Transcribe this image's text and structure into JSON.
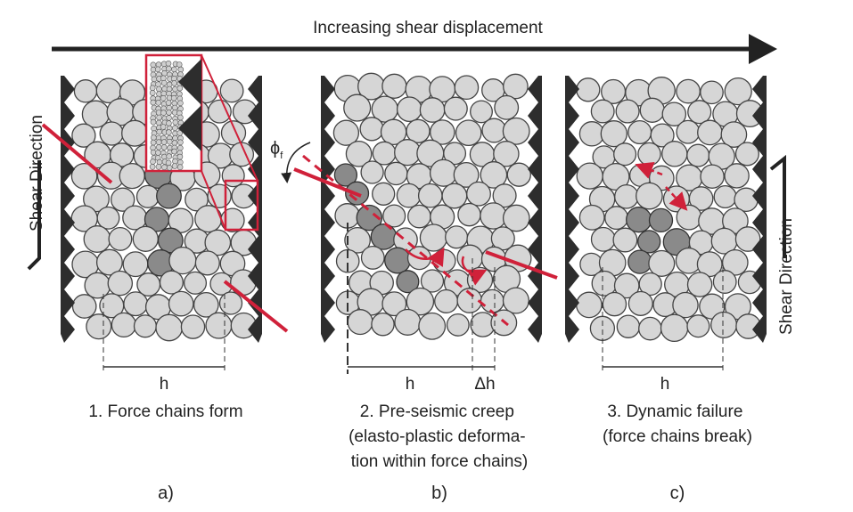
{
  "top_arrow_label": "Increasing shear displacement",
  "shear_direction_label": "Shear Direction",
  "phi_label": "ϕ",
  "phi_subscript": "f",
  "panels": [
    {
      "id": "a",
      "caption": [
        "1. Force chains form"
      ],
      "letter": "a)",
      "h_label": "h"
    },
    {
      "id": "b",
      "caption": [
        "2. Pre-seismic creep",
        "(elasto-plastic deforma-",
        "tion within force chains)"
      ],
      "letter": "b)",
      "h_label": "h",
      "dh_label": "Δh"
    },
    {
      "id": "c",
      "caption": [
        "3. Dynamic failure",
        "(force chains break)"
      ],
      "letter": "c)",
      "h_label": "h"
    }
  ],
  "colors": {
    "accent": "#d0213a",
    "grain": "#d6d6d6",
    "grain_dark": "#8a8a8a",
    "wall": "#2d2d2d"
  }
}
